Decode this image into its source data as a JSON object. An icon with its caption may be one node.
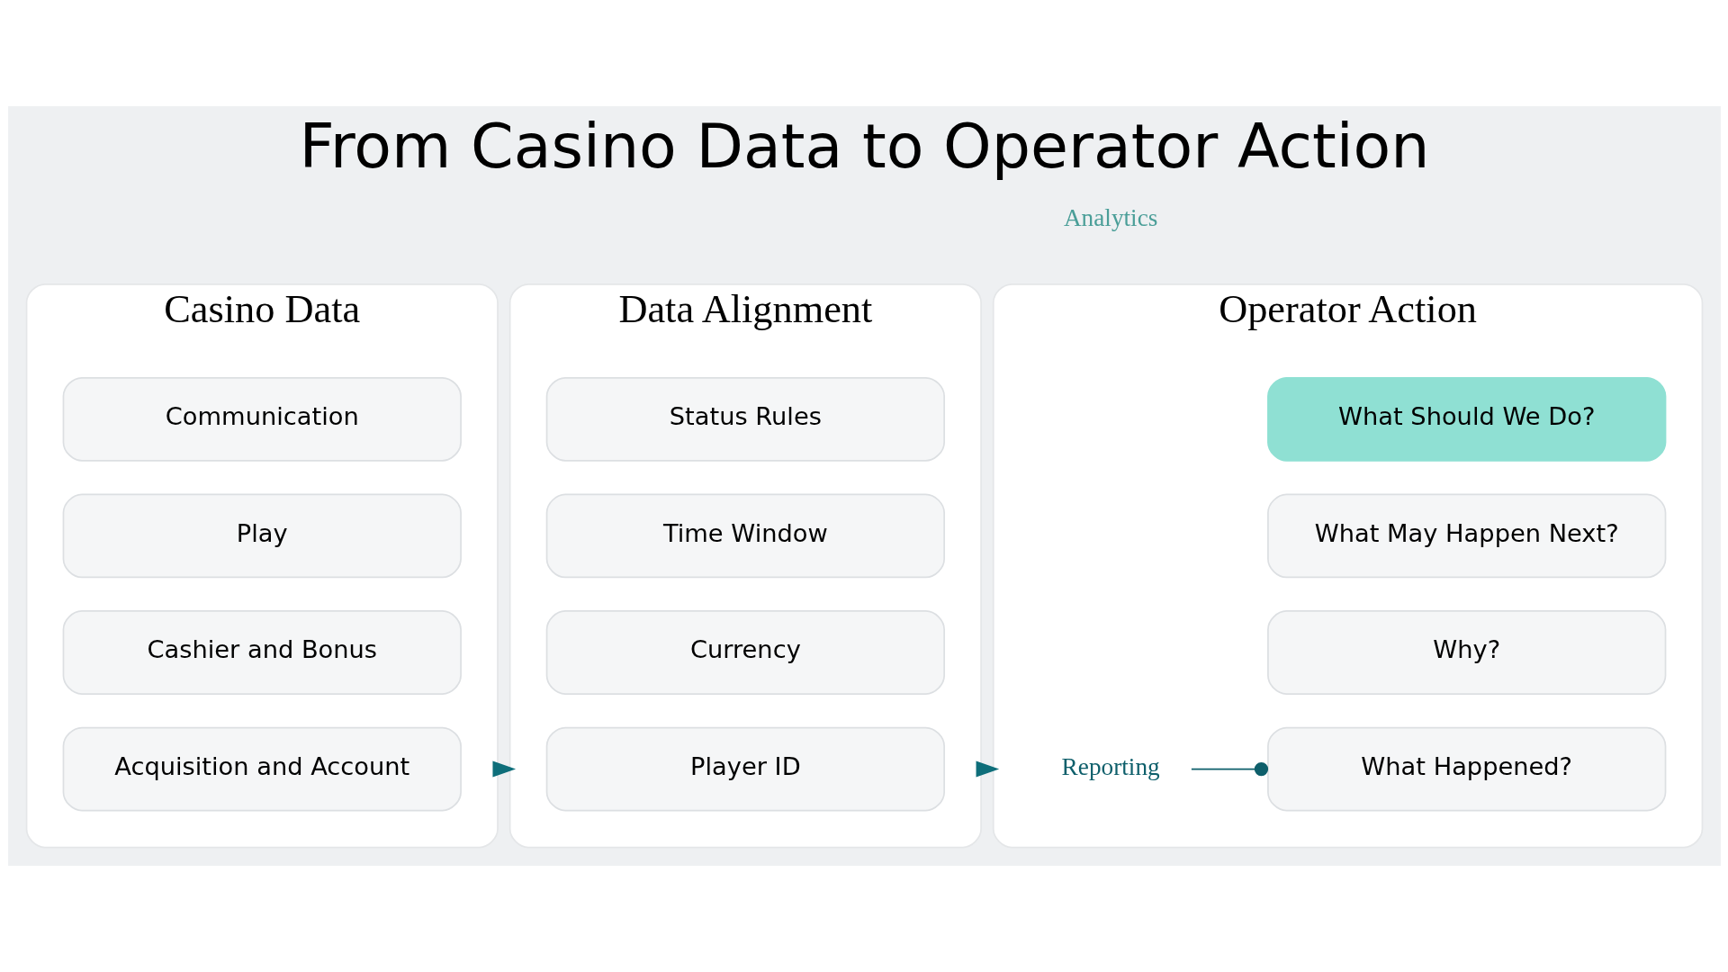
{
  "diagram": {
    "title": "From Casino Data to Operator Action",
    "nodes": [
      {
        "text": [
          "Casino Data"
        ]
      },
      {
        "text": [
          "Acquisition and Account"
        ],
        "in": 0
      },
      {
        "text": [
          "Cashier and Bonus"
        ],
        "in": 0
      },
      {
        "text": [
          "Play"
        ],
        "in": 0
      },
      {
        "text": [
          "Communication"
        ],
        "in": 0
      },
      {
        "text": [
          "Data Alignment"
        ]
      },
      {
        "text": [
          "Player ID"
        ],
        "in": 5
      },
      {
        "text": [
          "Currency"
        ],
        "in": 5
      },
      {
        "text": [
          "Time Window"
        ],
        "in": 5
      },
      {
        "text": [
          "Status Rules"
        ],
        "in": 5
      },
      {
        "text": [
          "Operator Action"
        ]
      },
      {
        "text": [
          "Reporting"
        ],
        "in": 10
      },
      {
        "text": [
          "What Happened?"
        ],
        "in": 10
      },
      {
        "text": [
          "Why?"
        ],
        "in": 10
      },
      {
        "text": [
          "What May Happen Next?"
        ],
        "in": 10
      },
      {
        "text": [
          "What Should We Do?"
        ],
        "in": 10
      }
    ],
    "edges": [
      {
        "from": 0,
        "to": 5,
        "arrow": "to",
        "style": "dashed"
      },
      {
        "from": 5,
        "to": 10,
        "arrow": "to",
        "style": "dashed"
      },
      {
        "from": 11,
        "to": 12,
        "arrow": "other"
      }
    ],
    "labels": [
      "Analytics"
    ]
  }
}
